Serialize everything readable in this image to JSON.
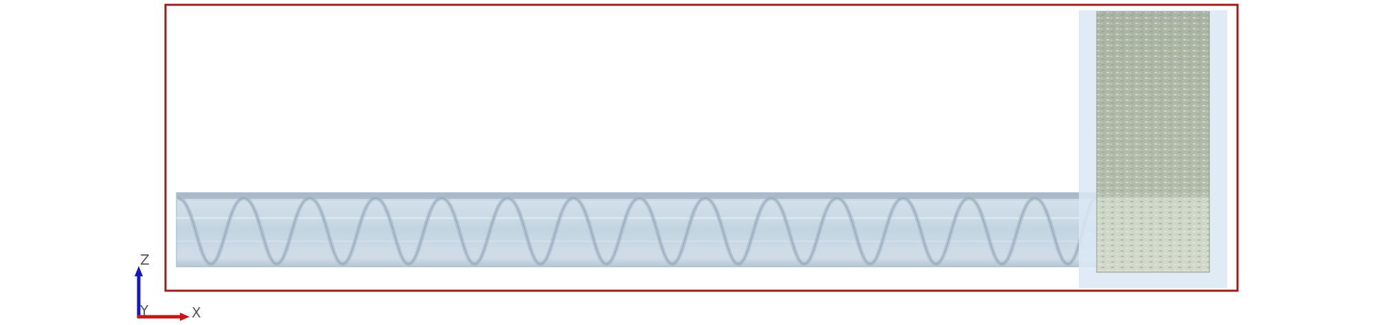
{
  "scene": {
    "background": "#ffffff",
    "domain_box_color": "#9c1c1c",
    "pipe_color": "#c6d7e3",
    "pipe_edge_color": "#8fa6b8",
    "screw_color": "#9fb3c4",
    "hopper_glass_color": "#dbe8f5",
    "granular_color": "#aeb8a8",
    "granular_light_color": "#d6dccf"
  },
  "triad": {
    "z_label": "Z",
    "y_label": "Y",
    "x_label": "X",
    "z_color": "#1515c8",
    "x_color": "#c81515"
  }
}
